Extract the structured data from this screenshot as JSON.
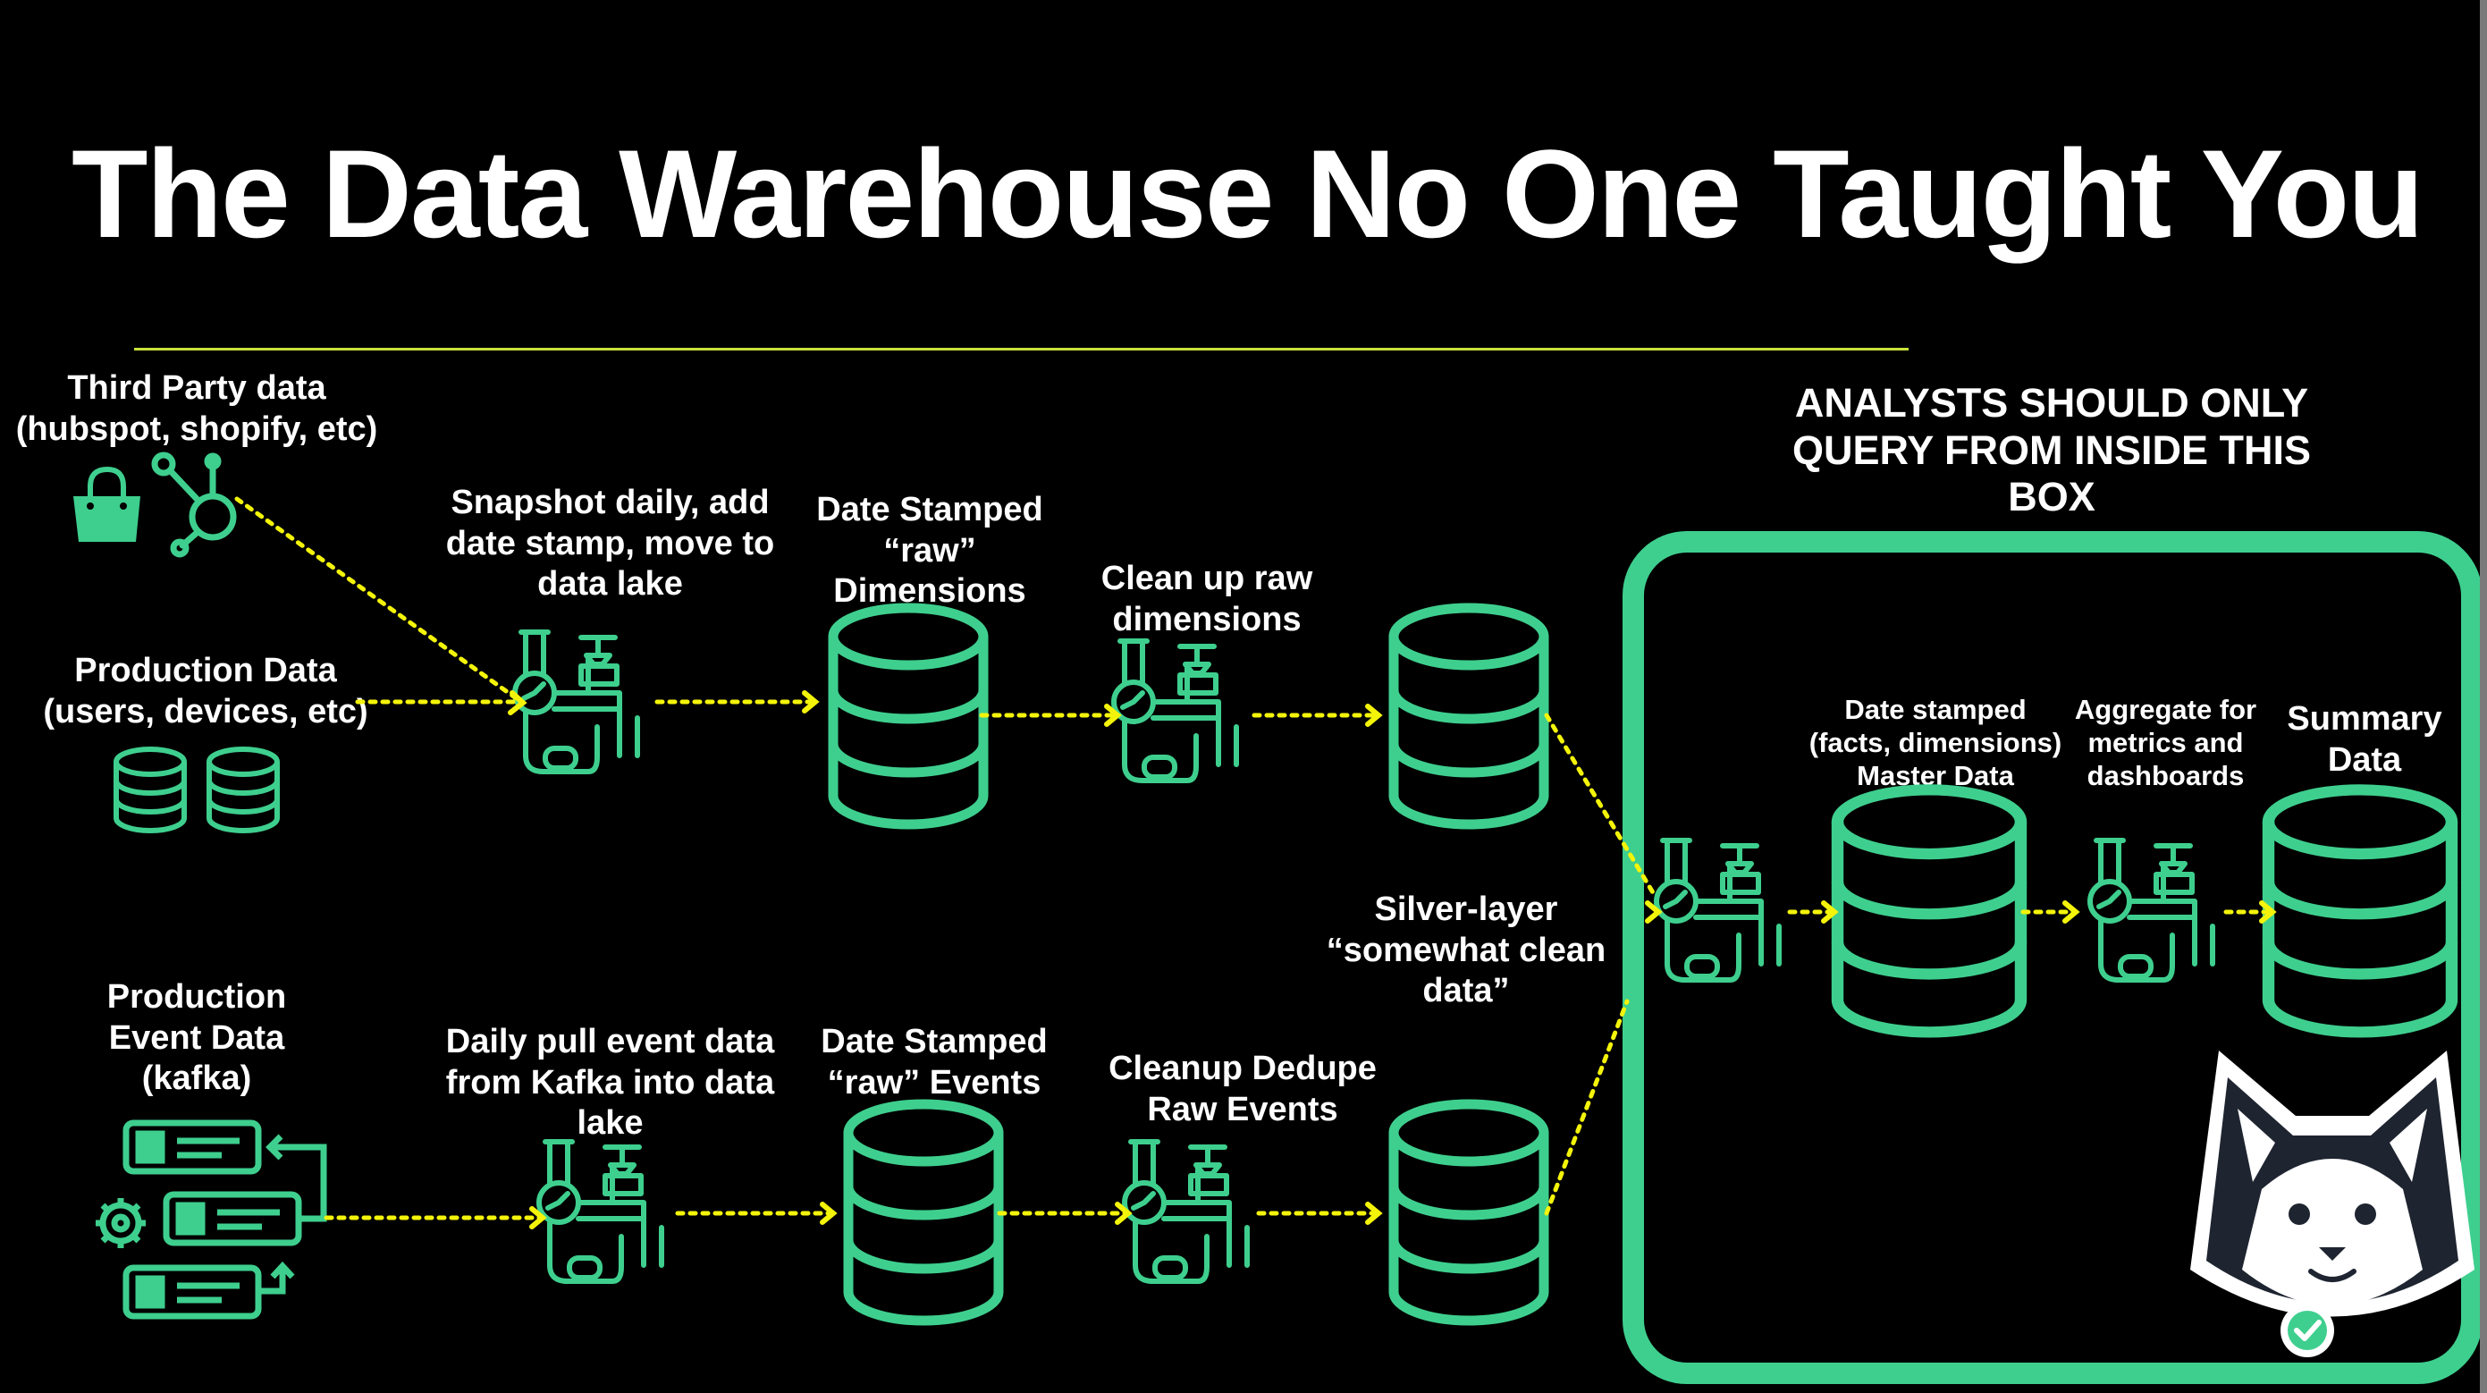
{
  "slide": {
    "title": "The Data Warehouse No One Taught You",
    "analyst_note": "ANALYSTS SHOULD ONLY\nQUERY FROM INSIDE THIS\nBOX"
  },
  "colors": {
    "background": "#000000",
    "accent_green": "#3ecf8e",
    "flow_yellow": "#f4f40a",
    "rule_line": "#c9e03a"
  },
  "labels": {
    "third_party": "Third Party data\n(hubspot, shopify, etc)",
    "production_data": "Production Data\n(users, devices, etc)",
    "production_event": "Production\nEvent Data\n(kafka)",
    "snapshot": "Snapshot daily, add\ndate stamp, move to\ndata lake",
    "daily_pull": "Daily pull event data\nfrom Kafka into data\nlake",
    "raw_dims": "Date Stamped\n“raw”\nDimensions",
    "raw_events": "Date Stamped\n“raw” Events",
    "clean_dims": "Clean up raw\ndimensions",
    "cleanup_events": "Cleanup Dedupe\nRaw Events",
    "silver": "Silver-layer\n“somewhat clean\ndata”",
    "master": "Date stamped\n(facts, dimensions)\nMaster Data",
    "aggregate": "Aggregate for\nmetrics and\ndashboards",
    "summary": "Summary\nData"
  },
  "icons": {
    "shopify": "shopping-bag-icon",
    "hubspot": "hubspot-icon",
    "database": "database-icon",
    "pipeline": "pipeline-valve-icon",
    "kafka": "event-stream-icon",
    "mascot": "husky-mascot-icon",
    "verified": "check-badge-icon"
  }
}
